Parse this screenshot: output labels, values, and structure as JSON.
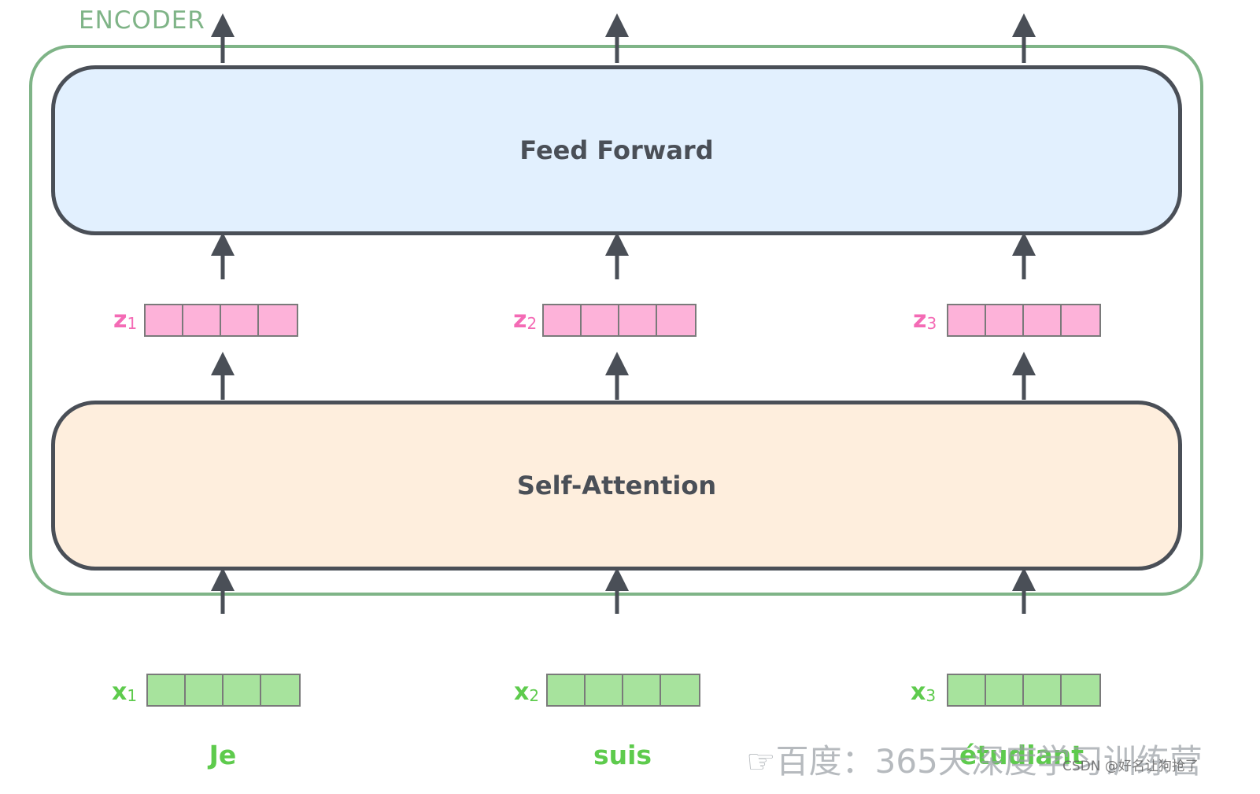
{
  "encoder": {
    "title": "ENCODER"
  },
  "layers": {
    "feed_forward": "Feed Forward",
    "self_attention": "Self-Attention"
  },
  "outputs": [
    {
      "letter": "z",
      "index": "1"
    },
    {
      "letter": "z",
      "index": "2"
    },
    {
      "letter": "z",
      "index": "3"
    }
  ],
  "inputs": [
    {
      "letter": "x",
      "index": "1",
      "word": "Je"
    },
    {
      "letter": "x",
      "index": "2",
      "word": "suis"
    },
    {
      "letter": "x",
      "index": "3",
      "word": "étudiant"
    }
  ],
  "watermarks": {
    "main": "☞百度：365天深度学习训练营",
    "csdn": "CSDN @好名让狗抢了"
  },
  "colors": {
    "encoder_border": "#7fb487",
    "feed_forward_fill": "#e2f0fe",
    "self_attention_fill": "#feeedd",
    "z_vector": "#fdb2d9",
    "x_vector": "#a7e39d",
    "arrow": "#4a4f57"
  }
}
